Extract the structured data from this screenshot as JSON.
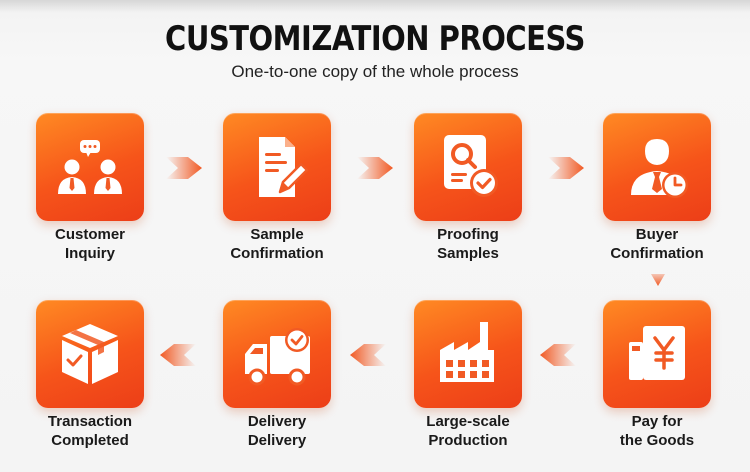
{
  "header": {
    "title": "CUSTOMIZATION PROCESS",
    "subtitle": "One-to-one copy of the whole process"
  },
  "steps": [
    {
      "line1": "Customer",
      "line2": "Inquiry",
      "icon": "customer-inquiry-icon"
    },
    {
      "line1": "Sample",
      "line2": "Confirmation",
      "icon": "document-edit-icon"
    },
    {
      "line1": "Proofing",
      "line2": "Samples",
      "icon": "proofing-check-icon"
    },
    {
      "line1": "Buyer",
      "line2": "Confirmation",
      "icon": "buyer-clock-icon"
    },
    {
      "line1": "Pay for",
      "line2": "the Goods",
      "icon": "yen-payment-icon"
    },
    {
      "line1": "Large-scale",
      "line2": "Production",
      "icon": "factory-icon"
    },
    {
      "line1": "Delivery",
      "line2": "Delivery",
      "icon": "delivery-truck-icon"
    },
    {
      "line1": "Transaction",
      "line2": "Completed",
      "icon": "completed-box-icon"
    }
  ],
  "colors": {
    "tile_gradient_start": "#ff8a23",
    "tile_gradient_end": "#ec3e18",
    "arrow": "#f15a24",
    "title": "#111111"
  }
}
